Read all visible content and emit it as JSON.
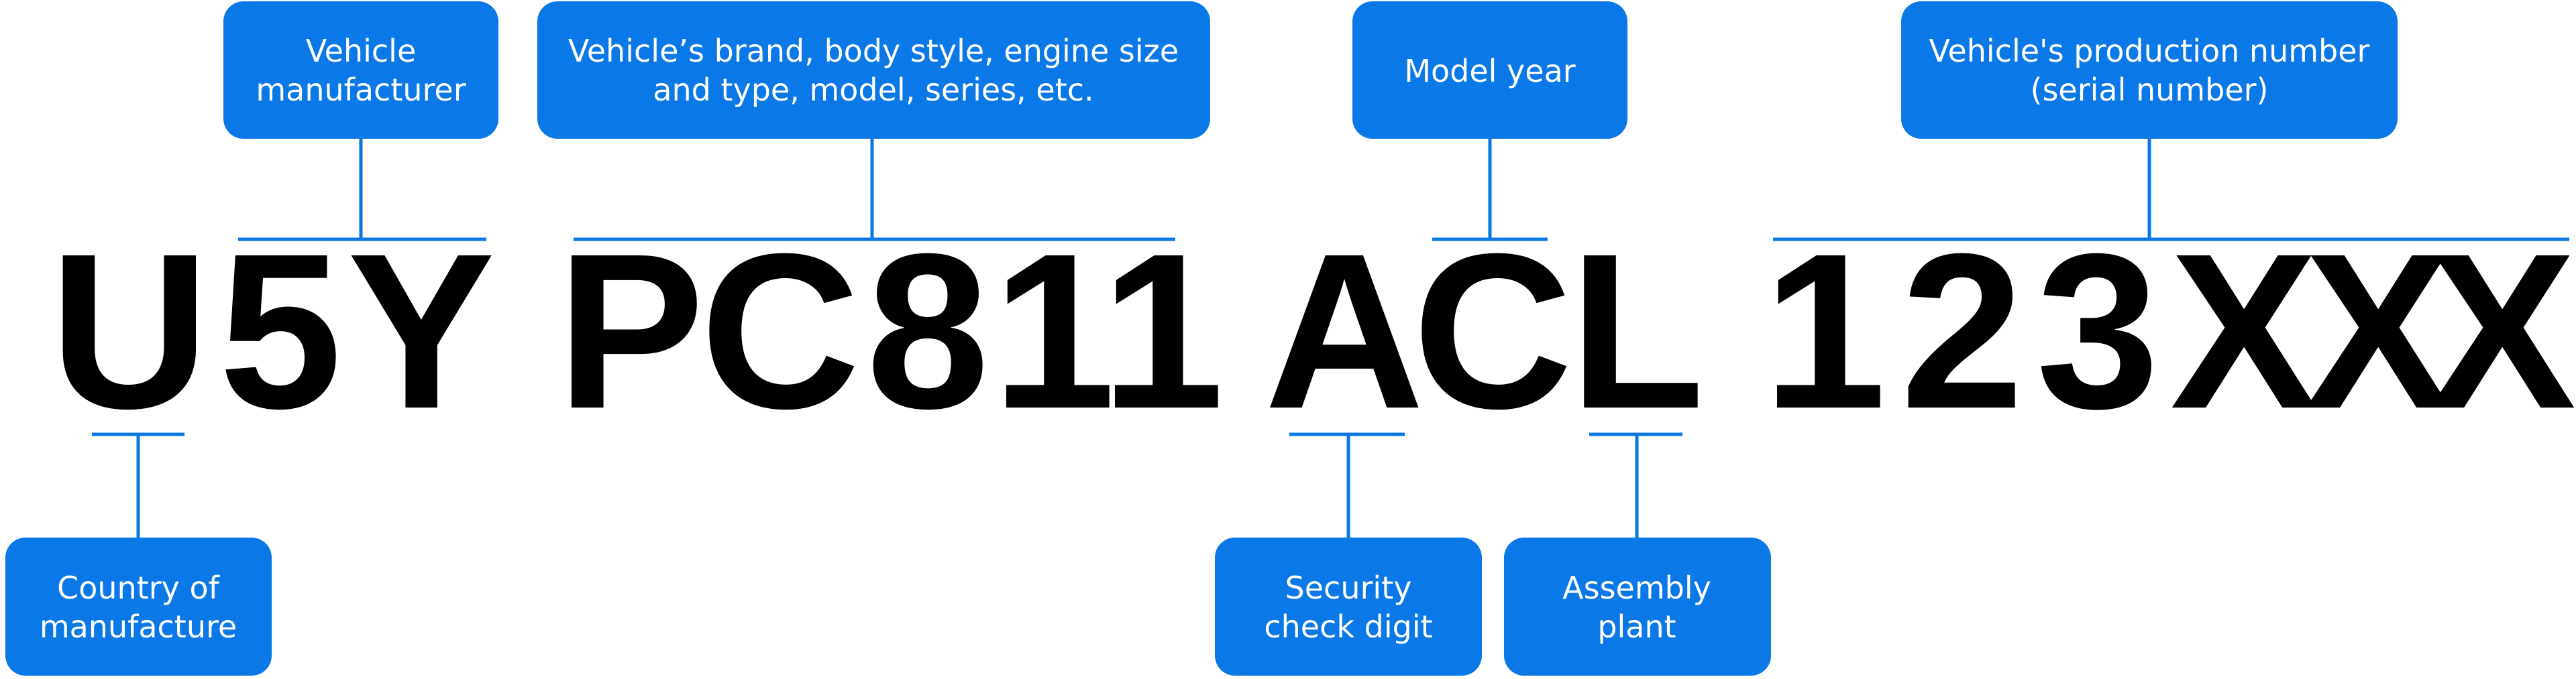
{
  "vin": {
    "characters": [
      "U",
      "5",
      "Y",
      "P",
      "C",
      "8",
      "1",
      "1",
      "A",
      "C",
      "L",
      "1",
      "2",
      "3",
      "X",
      "X",
      "X"
    ]
  },
  "labels": {
    "country": [
      "Country of",
      "manufacture"
    ],
    "manufacturer": [
      "Vehicle",
      "manufacturer"
    ],
    "descriptor": [
      "Vehicle’s brand, body style, engine size",
      "and type, model, series, etc."
    ],
    "model_year": [
      "Model year"
    ],
    "check_digit": [
      "Security",
      "check digit"
    ],
    "assembly_plant": [
      "Assembly",
      "plant"
    ],
    "serial": [
      "Vehicle's production number",
      "(serial number)"
    ]
  },
  "colors": {
    "accent": "#0a78e6",
    "label_text": "#ffffff",
    "vin_text": "#000000"
  }
}
